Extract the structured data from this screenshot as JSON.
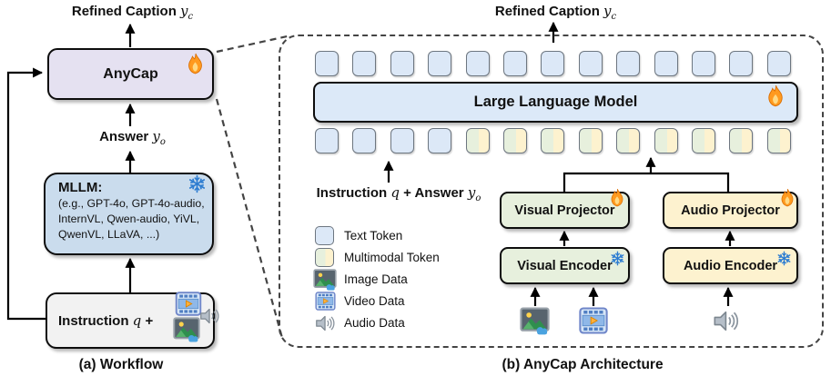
{
  "colors": {
    "text_token_fill": "#dce8f7",
    "multimodal_green": "#e7f0dd",
    "multimodal_yellow": "#fdf2cf",
    "anycap_fill": "#e5e1f1",
    "mllm_fill": "#cadced",
    "instruction_fill": "#f2f2f2",
    "llm_fill": "#dce9f8",
    "visual_fill": "#e7f0dd",
    "audio_fill": "#fdf2cf"
  },
  "panel_a": {
    "caption": "(a) Workflow",
    "refined_caption_prefix": "Refined Caption",
    "refined_caption_math": "y",
    "refined_caption_sub": "c",
    "anycap_label": "AnyCap",
    "answer_prefix": "Answer",
    "answer_math": "y",
    "answer_sub": "o",
    "mllm_title": "MLLM:",
    "mllm_line1": "(e.g., GPT-4o, GPT-4o-audio,",
    "mllm_line2": "InternVL, Qwen-audio, YiVL,",
    "mllm_line3": "QwenVL, LLaVA, ...)",
    "instruction_prefix": "Instruction",
    "instruction_math": "q",
    "instruction_plus": "+"
  },
  "panel_b": {
    "caption": "(b) AnyCap Architecture",
    "refined_caption_prefix": "Refined Caption",
    "refined_caption_math": "y",
    "refined_caption_sub": "c",
    "llm_label": "Large Language Model",
    "input_label_p1": "Instruction",
    "input_label_m1": "q",
    "input_label_p2": "+ Answer",
    "input_label_m2": "y",
    "input_label_sub2": "o",
    "visual_projector": "Visual Projector",
    "audio_projector": "Audio Projector",
    "visual_encoder": "Visual Encoder",
    "audio_encoder": "Audio Encoder",
    "tokens": {
      "top_count": 13,
      "bottom_text_count": 4,
      "bottom_multimodal_count": 9
    },
    "legend": {
      "text_token": "Text Token",
      "multimodal_token": "Multimodal Token",
      "image_data": "Image Data",
      "video_data": "Video Data",
      "audio_data": "Audio Data"
    }
  },
  "icons": {
    "trainable": "flame-icon",
    "frozen": "snowflake-icon",
    "image": "image-data-icon",
    "video": "video-data-icon",
    "audio": "audio-data-icon"
  }
}
